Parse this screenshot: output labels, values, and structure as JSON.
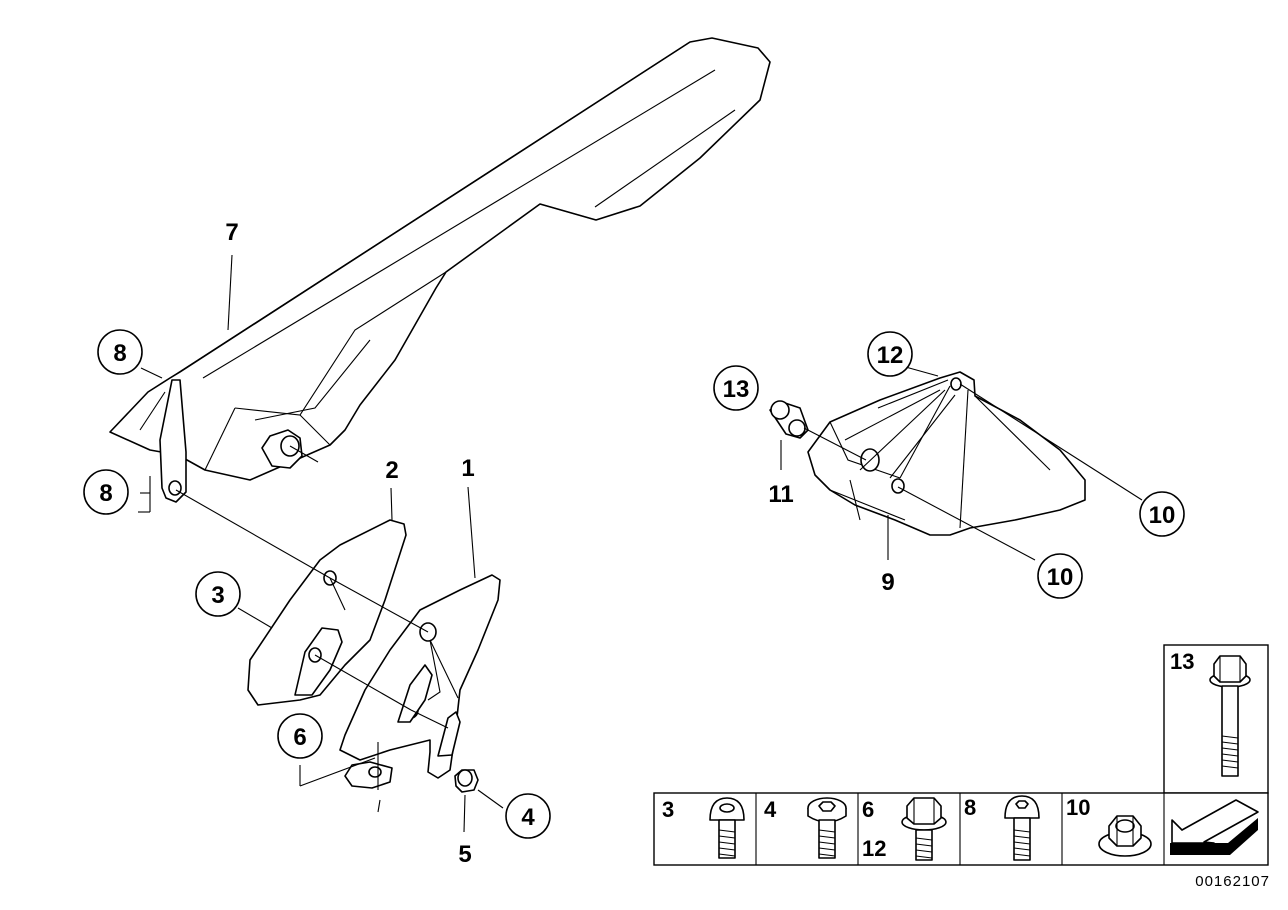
{
  "diagram": {
    "callouts": [
      {
        "id": "c1",
        "text": "1"
      },
      {
        "id": "c2",
        "text": "2"
      },
      {
        "id": "c3",
        "text": "3"
      },
      {
        "id": "c4",
        "text": "4"
      },
      {
        "id": "c5",
        "text": "5"
      },
      {
        "id": "c6",
        "text": "6"
      },
      {
        "id": "c7",
        "text": "7"
      },
      {
        "id": "c8a",
        "text": "8"
      },
      {
        "id": "c8b",
        "text": "8"
      },
      {
        "id": "c9",
        "text": "9"
      },
      {
        "id": "c10a",
        "text": "10"
      },
      {
        "id": "c10b",
        "text": "10"
      },
      {
        "id": "c11",
        "text": "11"
      },
      {
        "id": "c12",
        "text": "12"
      },
      {
        "id": "c13",
        "text": "13"
      }
    ],
    "fastener_table": {
      "cells": [
        {
          "labels": [
            "3"
          ],
          "icon": "torx-button-head-bolt-icon"
        },
        {
          "labels": [
            "4"
          ],
          "icon": "hex-socket-flange-bolt-icon"
        },
        {
          "labels": [
            "6",
            "12"
          ],
          "icon": "hex-flange-bolt-icon"
        },
        {
          "labels": [
            "8"
          ],
          "icon": "button-head-bolt-icon"
        },
        {
          "labels": [
            "10"
          ],
          "icon": "flange-nut-icon"
        }
      ],
      "tall_cell": {
        "label": "13",
        "icon": "long-hex-bolt-icon"
      },
      "corner_icon": "direction-arrow-icon"
    },
    "document_id": "00162107"
  }
}
